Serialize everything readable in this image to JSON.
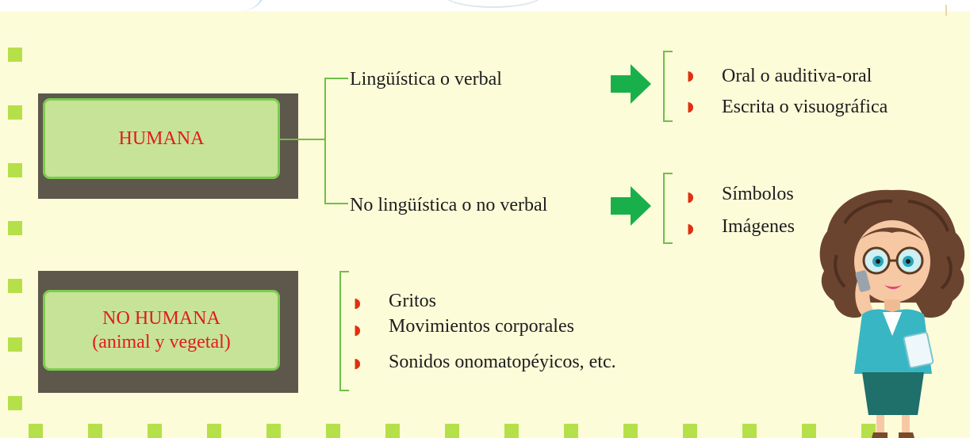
{
  "categories": [
    {
      "label": "HUMANA",
      "subtypes": [
        {
          "label": "Lingüística o verbal",
          "items": [
            "Oral o auditiva-oral",
            "Escrita o visuográfica"
          ]
        },
        {
          "label": "No lingüística o no verbal",
          "items": [
            "Símbolos",
            "Imágenes"
          ]
        }
      ]
    },
    {
      "label_lines": [
        "NO HUMANA",
        "(animal y vegetal)"
      ],
      "items": [
        "Gritos",
        "Movimientos corporales",
        "Sonidos onomatopéyicos, etc."
      ]
    }
  ],
  "colors": {
    "background": "#fdfcd9",
    "box_fill": "#c7e397",
    "box_border": "#7ccd4f",
    "box_text": "#e21b1b",
    "box_shadow": "#5e574b",
    "connector": "#6fbf47",
    "arrow": "#19b04b",
    "bullet_marker": "#e03010",
    "square_bullet": "#b6e04a"
  },
  "icons": [
    "green-right-arrow-icon",
    "red-bullet-icon",
    "woman-on-phone-illustration"
  ]
}
